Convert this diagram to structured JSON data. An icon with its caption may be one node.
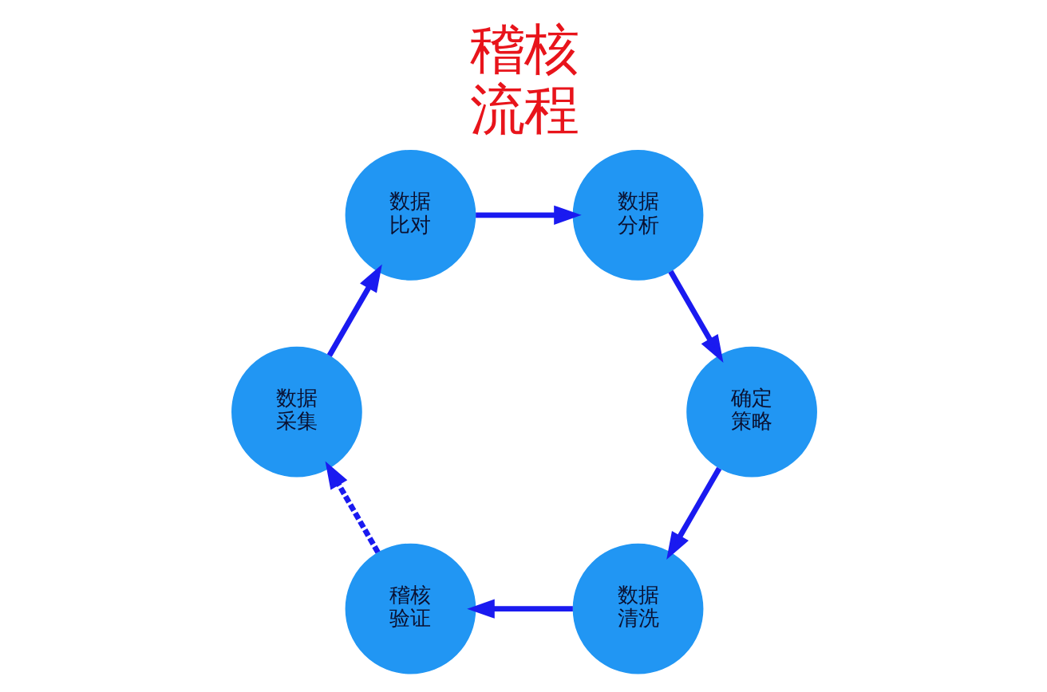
{
  "diagram": {
    "title": "稽核流程",
    "nodes": [
      {
        "text": [
          "数据比对"
        ]
      },
      {
        "text": [
          "数据分析"
        ]
      },
      {
        "text": [
          "确定策略"
        ]
      },
      {
        "text": [
          "数据清洗"
        ]
      },
      {
        "text": [
          "稽核验证"
        ]
      },
      {
        "text": [
          "数据采集"
        ]
      }
    ],
    "edges": [
      {
        "from": 0,
        "to": 1,
        "arrow": "to"
      },
      {
        "from": 1,
        "to": 2,
        "arrow": "to"
      },
      {
        "from": 2,
        "to": 3,
        "arrow": "to"
      },
      {
        "from": 3,
        "to": 4,
        "arrow": "to"
      },
      {
        "from": 4,
        "to": 5,
        "arrow": "to",
        "style": "dashed"
      },
      {
        "from": 5,
        "to": 0,
        "arrow": "to"
      }
    ]
  }
}
